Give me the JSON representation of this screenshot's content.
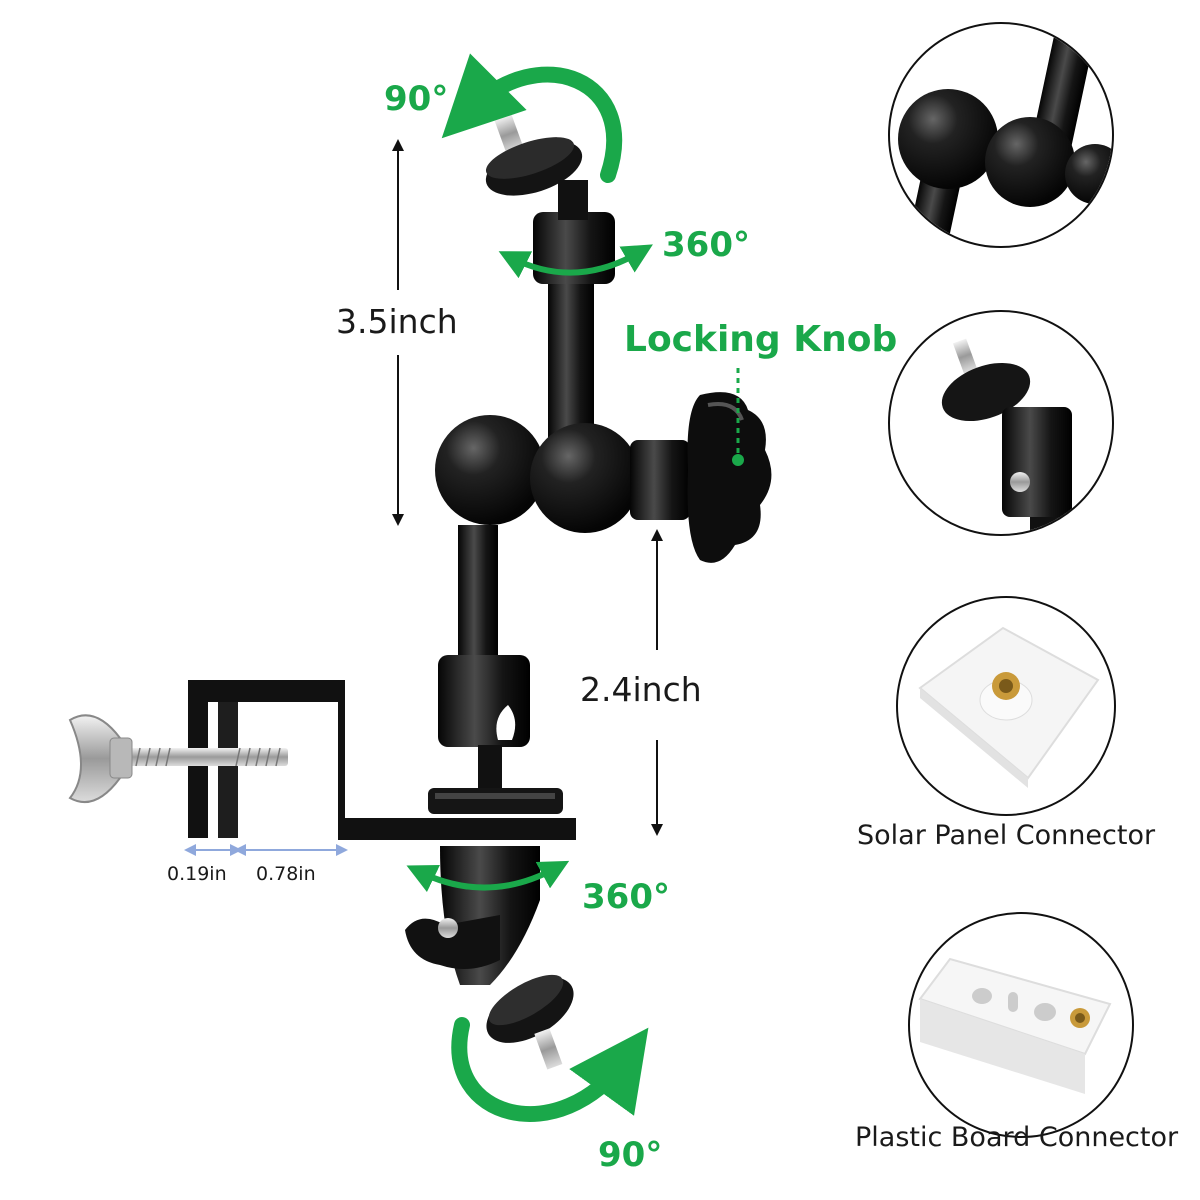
{
  "labels": {
    "rotate_top": "90°",
    "rotate_bottom": "90°",
    "swivel_top": "360°",
    "swivel_bottom": "360°",
    "locking_knob": "Locking Knob",
    "height_upper": "3.5inch",
    "height_lower": "2.4inch",
    "clamp_gap": "0.19in",
    "clamp_depth": "0.78in",
    "solar_connector": "Solar Panel Connector",
    "plastic_connector": "Plastic Board Connector"
  },
  "colors": {
    "accent_green": "#1aa84a",
    "arm_black": "#151515",
    "dimension_blue": "#8fa8dc"
  },
  "icons": [
    "rotate-arrow-icon",
    "swivel-arrow-icon",
    "dimension-arrow-icon"
  ]
}
